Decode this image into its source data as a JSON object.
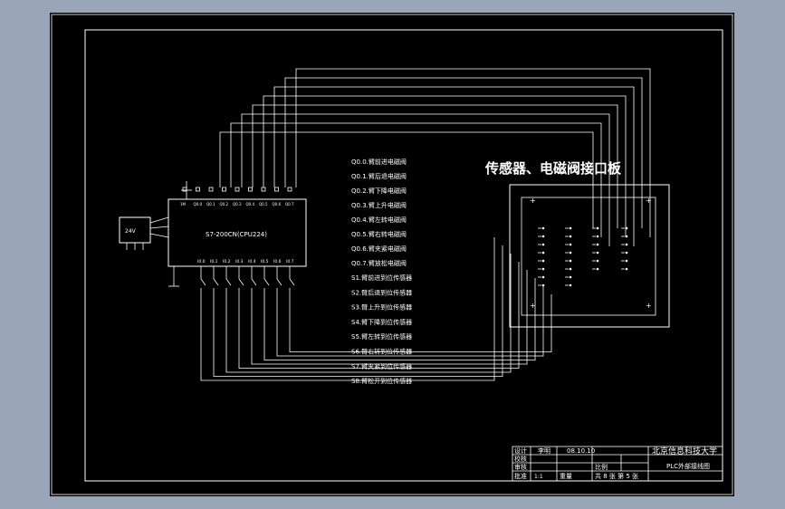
{
  "drawing": {
    "board_title": "传感器、电磁阀接口板",
    "plc_model": "S7-200CN(CPU224)",
    "power_label": "24V",
    "plc_top_terminals": [
      "1M",
      "Q0.0",
      "Q0.1",
      "Q0.2",
      "Q0.3",
      "Q0.4",
      "Q0.5",
      "Q0.6",
      "Q0.7"
    ],
    "plc_bottom_terminals": [
      "I0.0",
      "I0.1",
      "I0.2",
      "I0.3",
      "I0.4",
      "I0.5",
      "I0.6",
      "I0.7"
    ],
    "outputs": [
      "Q0.0.臂前进电磁阀",
      "Q0.1.臂后退电磁阀",
      "Q0.2.臂下降电磁阀",
      "Q0.3.臂上升电磁阀",
      "Q0.4.臂左转电磁阀",
      "Q0.5.臂右转电磁阀",
      "Q0.6.臂夹紧电磁阀",
      "Q0.7.臂放松电磁阀"
    ],
    "inputs": [
      "S1.臂前进到位传感器",
      "S2.臂后退到位传感器",
      "S3.臂上升到位传感器",
      "S4.臂下降到位传感器",
      "S5.臂左转到位传感器",
      "S6.臂右转到位传感器",
      "S7.臂夹紧到位传感器",
      "S8.臂松开到位传感器"
    ]
  },
  "title_block": {
    "university": "北京信息科技大学",
    "drawing_name": "PLC外部接线图",
    "designer_label": "设计",
    "designer_name": "李明",
    "date": "08.10.10",
    "checker_label": "校核",
    "review_label": "审核",
    "approve_label": "批准",
    "scale_label": "比例",
    "scale_value": "",
    "sheet_text": "共 8 张  第 5 张",
    "weight_label": "重量",
    "unit_value": "1:1"
  },
  "colors": {
    "background": "#9aa6b8",
    "paper": "#000000",
    "lines": "#ffffff"
  }
}
